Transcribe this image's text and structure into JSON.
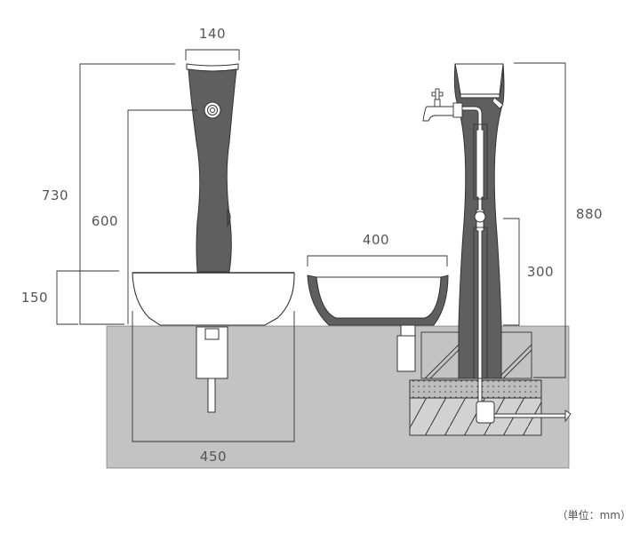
{
  "dimensions": {
    "column_top_width": "140",
    "column_total_height": "730",
    "faucet_height": "600",
    "bowl_height": "150",
    "bowl_outer_width": "450",
    "bowl_inner_width": "400",
    "buried_column_height": "880",
    "buried_depth": "300"
  },
  "unit_note": "（単位：mm）",
  "colors": {
    "ground": "#c3c3c3",
    "column_dark": "#5e5e5e",
    "bowl_white": "#ffffff",
    "gravel": "#bdbdbd",
    "outline": "#333333"
  }
}
